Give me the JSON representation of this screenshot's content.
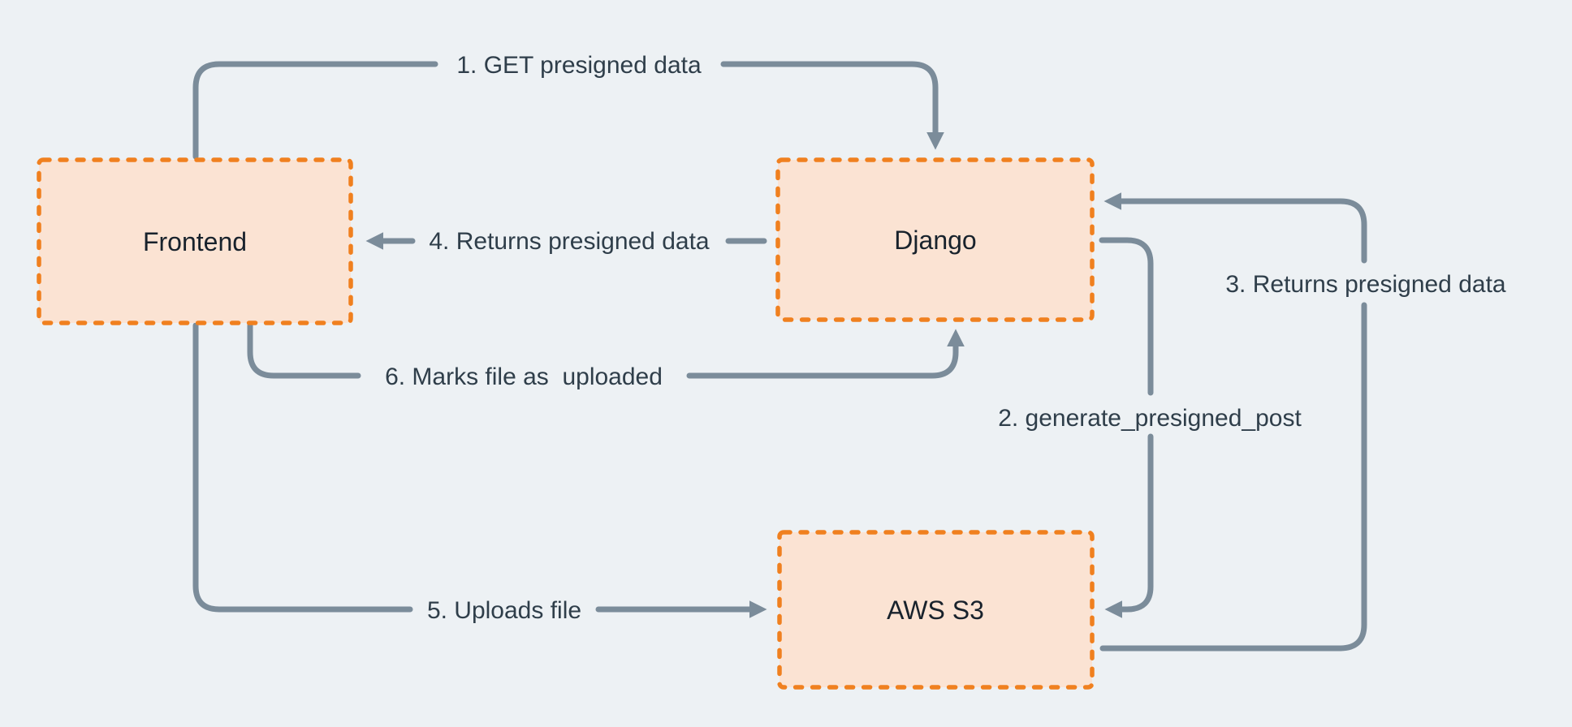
{
  "diagram": {
    "nodes": {
      "frontend": {
        "label": "Frontend"
      },
      "django": {
        "label": "Django"
      },
      "aws_s3": {
        "label": "AWS S3"
      }
    },
    "edges": {
      "e1": {
        "label": "1. GET presigned data",
        "from": "Frontend",
        "to": "Django"
      },
      "e2": {
        "label": "2. generate_presigned_post",
        "from": "Django",
        "to": "AWS S3"
      },
      "e3": {
        "label": "3. Returns presigned data",
        "from": "AWS S3",
        "to": "Django"
      },
      "e4": {
        "label": "4. Returns presigned data",
        "from": "Django",
        "to": "Frontend"
      },
      "e5": {
        "label": "5. Uploads file",
        "from": "Frontend",
        "to": "AWS S3"
      },
      "e6": {
        "label": "6. Marks file as  uploaded",
        "from": "Frontend",
        "to": "Django"
      }
    },
    "colors": {
      "background": "#edf1f4",
      "node_fill": "#fbe3d3",
      "node_border": "#f0801f",
      "arrow": "#7b8c9a",
      "edge_label_text": "#2f3e4a",
      "node_label_text": "#18222c"
    }
  }
}
